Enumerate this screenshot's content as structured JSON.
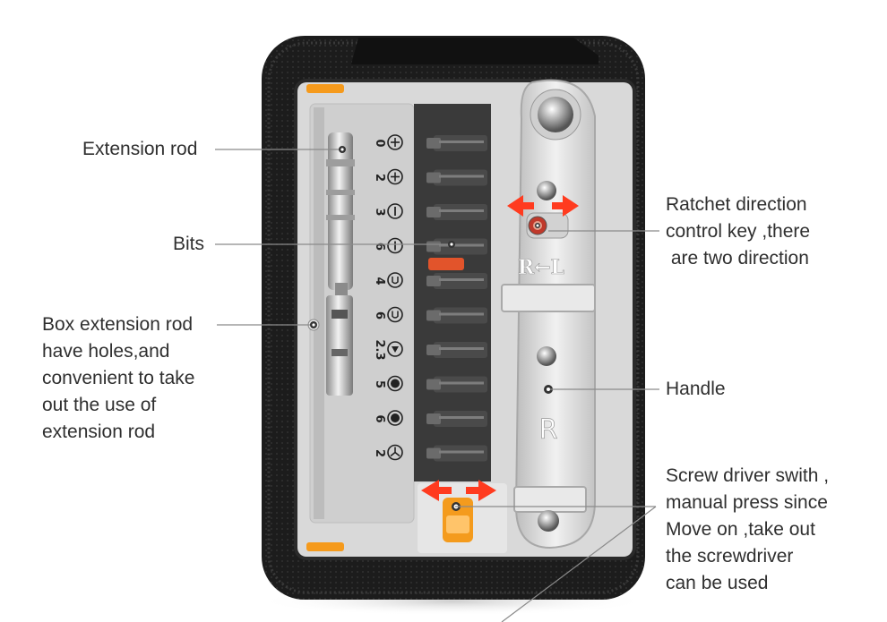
{
  "labels": {
    "extension_rod": "Extension rod",
    "bits": "Bits",
    "box_extension": [
      "Box extension rod",
      "have holes,and",
      "convenient to take",
      "out the use of",
      "extension rod"
    ],
    "ratchet": [
      "Ratchet direction",
      "control key ,there",
      " are two direction"
    ],
    "handle": "Handle",
    "switch": [
      "Screw driver swith ,",
      "manual press since",
      "Move on ,take out",
      "the screwdriver",
      "can be used"
    ]
  },
  "tool": {
    "bit_sizes": [
      "0",
      "2",
      "3",
      "6",
      "4",
      "6",
      "2.3",
      "5",
      "6",
      "2"
    ],
    "bit_icons": [
      "phillips-icon",
      "phillips-icon",
      "slotted-icon",
      "slotted-icon",
      "u-drive-icon",
      "u-drive-icon",
      "triangle-drive-icon",
      "hex-drive-icon",
      "hex-drive-icon",
      "tri-wing-icon"
    ],
    "direction_mark": "R←L",
    "handle_mark": "R"
  },
  "colors": {
    "case": "#1b1b1b",
    "tray": "#d9d9d9",
    "accent_orange": "#f59a1c",
    "arrow_red": "#ff3b1f",
    "handle": "#e4e4e4"
  }
}
